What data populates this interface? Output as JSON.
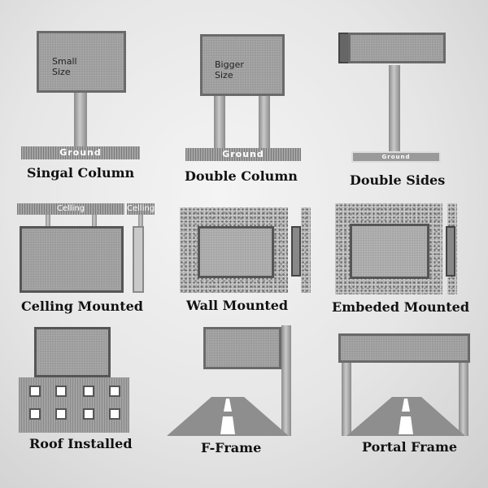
{
  "items": [
    {
      "caption": "Singal Column",
      "panel_text": "Small Size",
      "ground_text": "Ground"
    },
    {
      "caption": "Double Column",
      "panel_text": "Bigger Size",
      "ground_text": "Ground"
    },
    {
      "caption": "Double Sides",
      "ground_text": "Ground"
    },
    {
      "caption": "Celling Mounted",
      "ceiling_text_1": "Celling",
      "ceiling_text_2": "Celling"
    },
    {
      "caption": "Wall Mounted"
    },
    {
      "caption": "Embeded Mounted"
    },
    {
      "caption": "Roof Installed"
    },
    {
      "caption": "F-Frame"
    },
    {
      "caption": "Portal Frame"
    }
  ]
}
